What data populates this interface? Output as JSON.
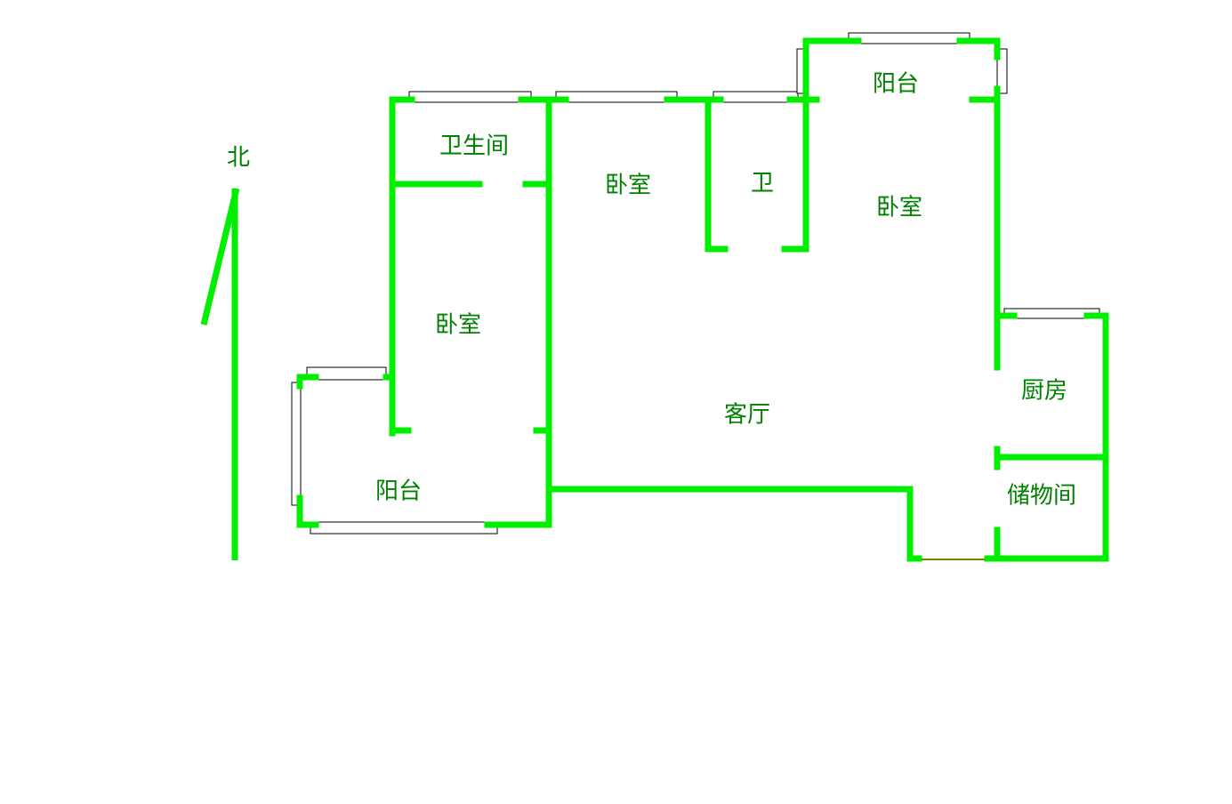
{
  "north_label": "北",
  "rooms": {
    "bathroom_main": "卫生间",
    "bedroom_north_middle": "卧室",
    "bathroom_small": "卫",
    "balcony_north": "阳台",
    "bedroom_east": "卧室",
    "bedroom_west": "卧室",
    "balcony_west": "阳台",
    "living_room": "客厅",
    "kitchen": "厨房",
    "storage": "储物间"
  },
  "colors": {
    "wall": "#00ee00",
    "label": "#008000",
    "door": "#808000"
  }
}
